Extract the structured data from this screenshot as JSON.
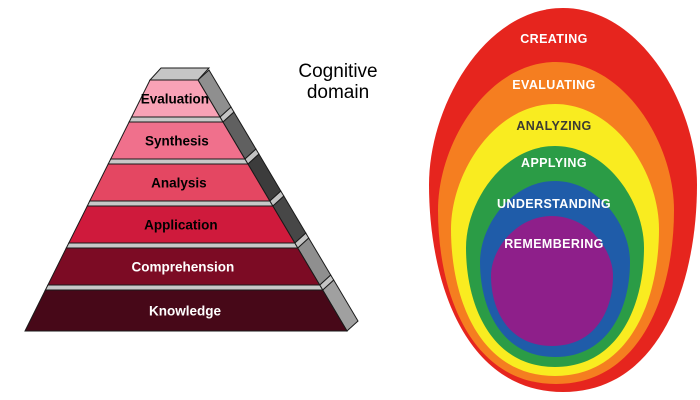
{
  "title": {
    "line1": "Cognitive",
    "line2": "domain"
  },
  "pyramid": {
    "cap_color": "#C6C6C6",
    "band_color": "#C8C8C8",
    "band_side_color": "#C4C4C4",
    "outline_color": "#1A1A1A",
    "levels": [
      {
        "label": "Evaluation",
        "color": "#F8A2B6",
        "text_color": "#000000",
        "side_color": "#8F8F8F"
      },
      {
        "label": "Synthesis",
        "color": "#F0708C",
        "text_color": "#000000",
        "side_color": "#606060"
      },
      {
        "label": "Analysis",
        "color": "#E44762",
        "text_color": "#000000",
        "side_color": "#3C3C3C"
      },
      {
        "label": "Application",
        "color": "#CF1A3C",
        "text_color": "#000000",
        "side_color": "#474747"
      },
      {
        "label": "Comprehension",
        "color": "#7C0B24",
        "text_color": "#FFFFFF",
        "side_color": "#8F8F8F"
      },
      {
        "label": "Knowledge",
        "color": "#470818",
        "text_color": "#FFFFFF",
        "side_color": "#A0A0A0"
      }
    ]
  },
  "egg": {
    "levels": [
      {
        "label": "CREATING",
        "color": "#E6251E",
        "text_color": "#FFFFFF"
      },
      {
        "label": "EVALUATING",
        "color": "#F57E20",
        "text_color": "#FFFFFF"
      },
      {
        "label": "ANALYZING",
        "color": "#F9EC20",
        "text_color": "#3B3B33"
      },
      {
        "label": "APPLYING",
        "color": "#2B9C46",
        "text_color": "#FFFFFF"
      },
      {
        "label": "UNDERSTANDING",
        "color": "#1F5CA9",
        "text_color": "#FFFFFF"
      },
      {
        "label": "REMEMBERING",
        "color": "#8E1F8A",
        "text_color": "#FFFFFF"
      }
    ]
  }
}
